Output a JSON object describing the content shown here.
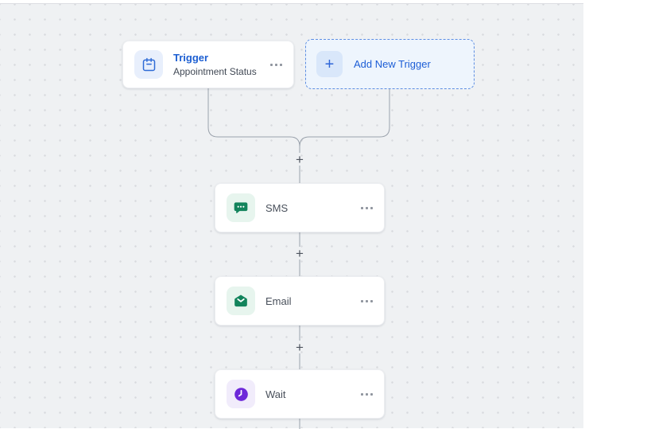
{
  "canvas": {
    "trigger_node": {
      "title": "Trigger",
      "subtitle": "Appointment Status",
      "icon": "calendar-icon",
      "menu_icon": "more-options-icon"
    },
    "add_trigger": {
      "label": "Add New Trigger",
      "icon": "plus-icon",
      "plus_glyph": "+"
    },
    "action_nodes": [
      {
        "label": "SMS",
        "icon": "sms-message-icon",
        "accent": "#12845C",
        "accent_bg": "#E7F5EE"
      },
      {
        "label": "Email",
        "icon": "email-open-icon",
        "accent": "#12845C",
        "accent_bg": "#E7F5EE"
      },
      {
        "label": "Wait",
        "icon": "clock-icon",
        "accent": "#6D28D9",
        "accent_bg": "#F1ECFB"
      }
    ],
    "insert_step": {
      "glyph": "+",
      "count": 3
    },
    "colors": {
      "accent_blue": "#2563EB",
      "trigger_text": "#1D5FD2",
      "trigger_icon_bg": "#E8EFFC",
      "node_green": "#12845C",
      "node_purple": "#6D28D9",
      "add_card_bg": "#EEF5FD",
      "add_card_border": "#5D8EE2",
      "canvas_bg": "#EFF1F3",
      "connector": "#9AA2AC",
      "label_gray": "#49505B"
    }
  }
}
